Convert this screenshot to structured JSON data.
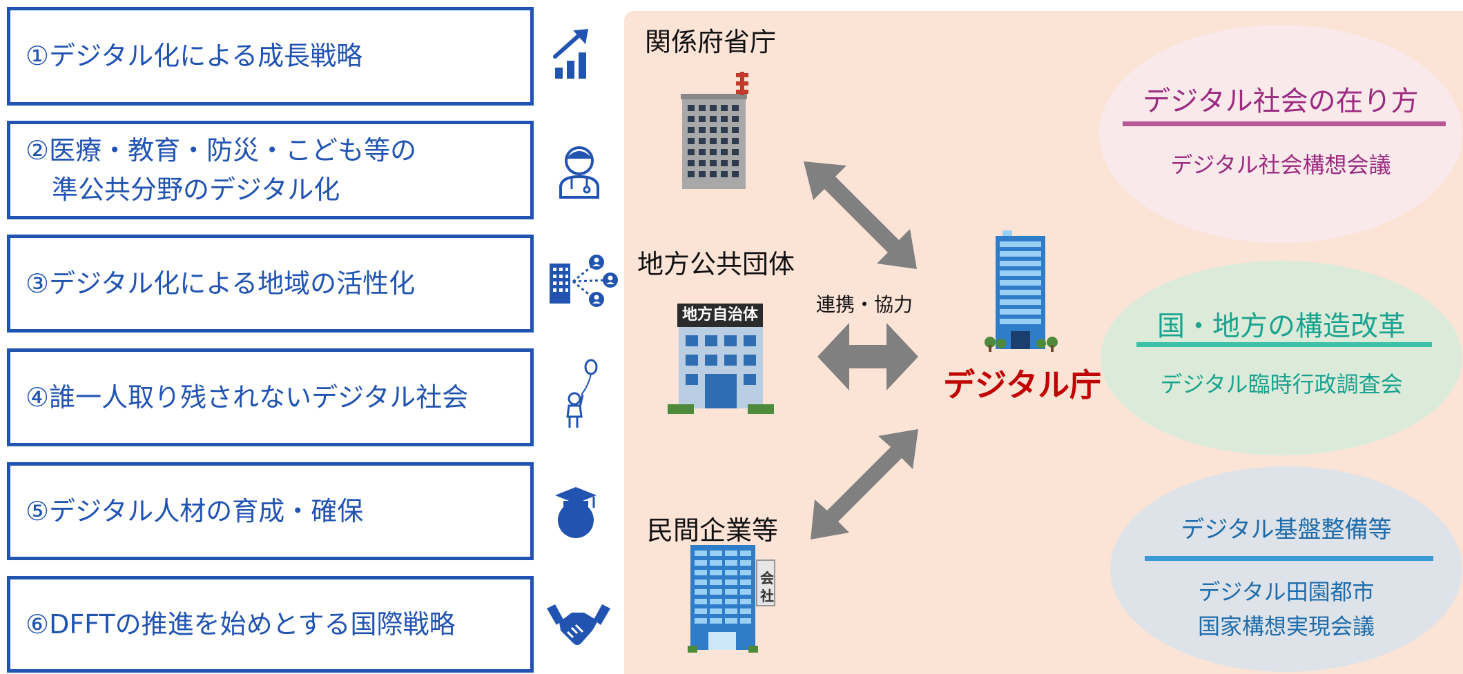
{
  "colors": {
    "box_border": "#2153b1",
    "panel_bg": "#fbe3d6",
    "arrow": "#808080",
    "agency_title": "#c00000",
    "ellipse1_bg": "#f9e9ea",
    "ellipse1_text": "#9b2b80",
    "ellipse1_rule": "#b85796",
    "ellipse2_bg": "#dcebd9",
    "ellipse2_text": "#1aa38f",
    "ellipse2_rule": "#3cc2a7",
    "ellipse3_bg": "#dde3e8",
    "ellipse3_text": "#1f6cab",
    "ellipse3_rule": "#3a98d3"
  },
  "strategies": [
    {
      "label": "①デジタル化による成長戦略",
      "icon": "growth-chart-icon"
    },
    {
      "label": "②医療・教育・防災・こども等の\n　準公共分野のデジタル化",
      "icon": "doctor-icon"
    },
    {
      "label": "③デジタル化による地域の活性化",
      "icon": "city-network-icon"
    },
    {
      "label": "④誰一人取り残されないデジタル社会",
      "icon": "child-balloon-icon"
    },
    {
      "label": "⑤デジタル人材の育成・確保",
      "icon": "graduate-icon"
    },
    {
      "label": "⑥DFFTの推進を始めとする国際戦略",
      "icon": "handshake-icon"
    }
  ],
  "diagram": {
    "ministries_label": "関係府省庁",
    "local_gov_label": "地方公共団体",
    "local_gov_sign": "地方自治体",
    "private_label": "民間企業等",
    "company_sign_1": "会",
    "company_sign_2": "社",
    "cooperation_label": "連携・協力",
    "agency_label": "デジタル庁"
  },
  "councils": [
    {
      "title": "デジタル社会の在り方",
      "sub": "デジタル社会構想会議"
    },
    {
      "title": "国・地方の構造改革",
      "sub": "デジタル臨時行政調査会"
    },
    {
      "title": "デジタル基盤整備等",
      "sub": "デジタル田園都市\n国家構想実現会議"
    }
  ]
}
